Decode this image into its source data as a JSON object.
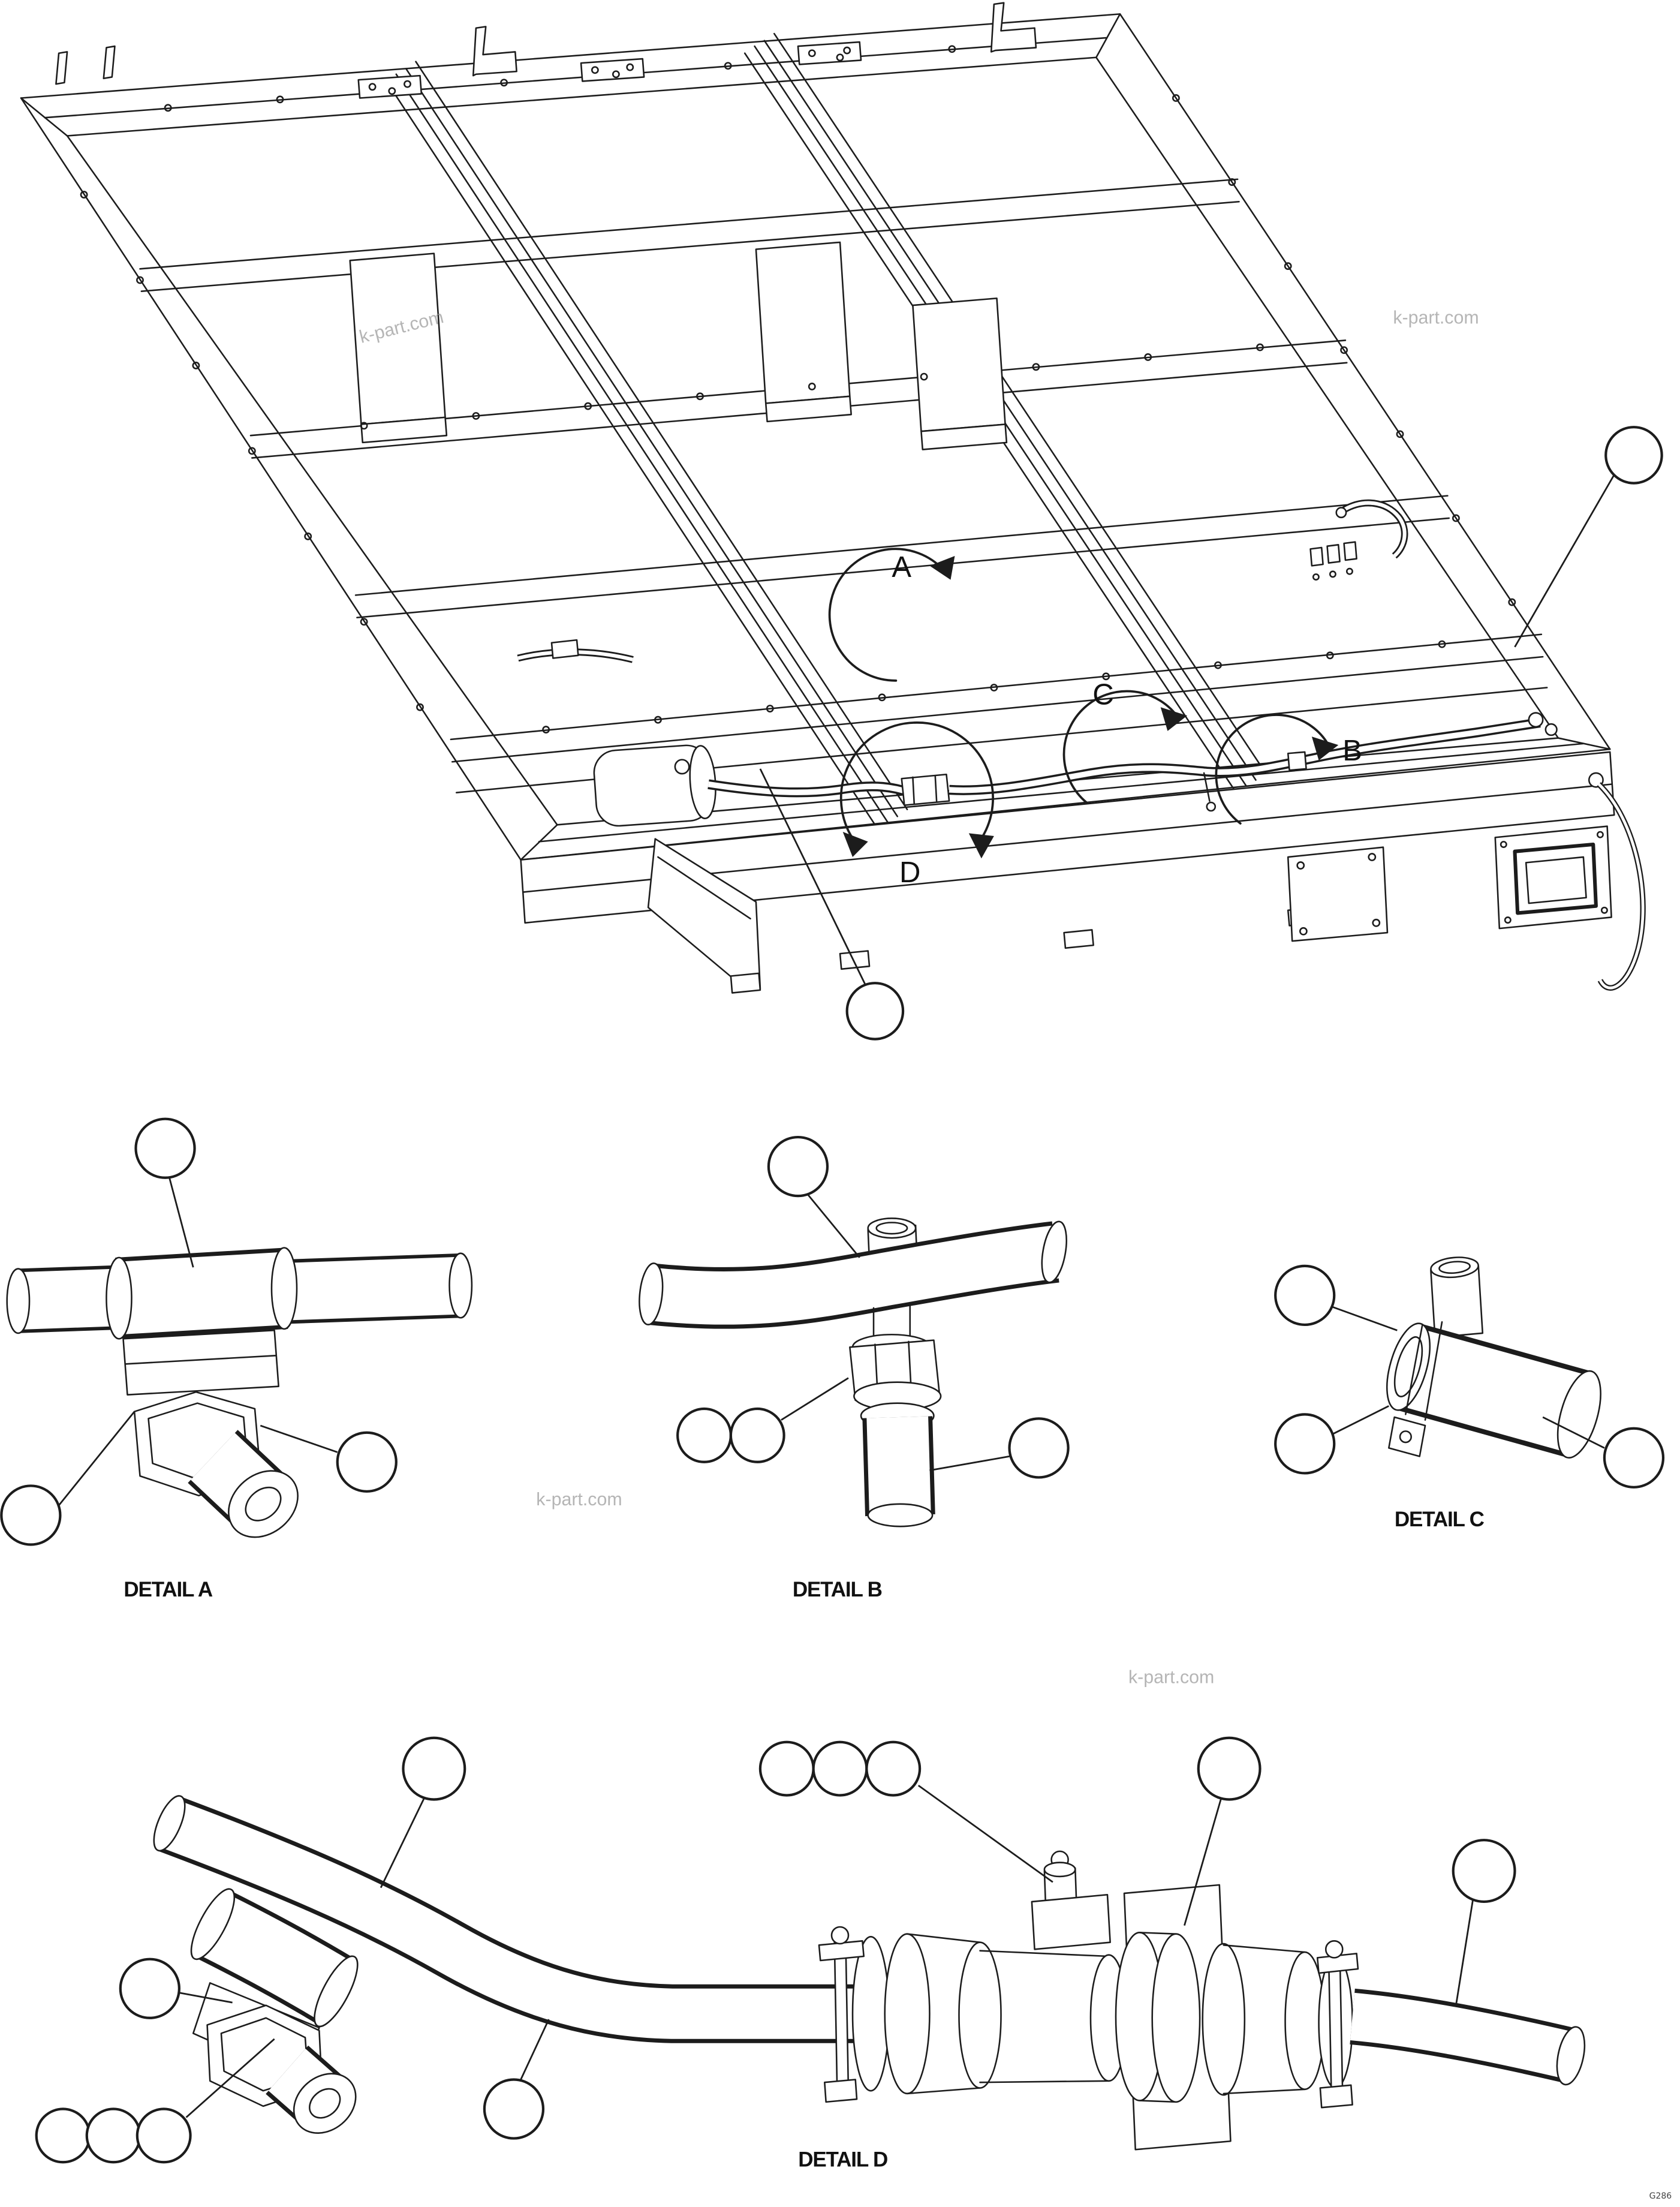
{
  "colors": {
    "ink": "#1c1c1c",
    "background": "#ffffff"
  },
  "main_view": {
    "detail_markers": [
      {
        "label": "A"
      },
      {
        "label": "B"
      },
      {
        "label": "C"
      },
      {
        "label": "D"
      }
    ],
    "callout_balloons": 2
  },
  "details": {
    "a": {
      "label": "DETAIL A",
      "callout_balloons": 3
    },
    "b": {
      "label": "DETAIL B",
      "callout_balloons": 4
    },
    "c": {
      "label": "DETAIL C",
      "callout_balloons": 3
    },
    "d": {
      "label": "DETAIL D",
      "callout_balloons": 11
    }
  },
  "watermarks": {
    "text": "k-part.com",
    "count": 4
  },
  "corner_code": "G286"
}
